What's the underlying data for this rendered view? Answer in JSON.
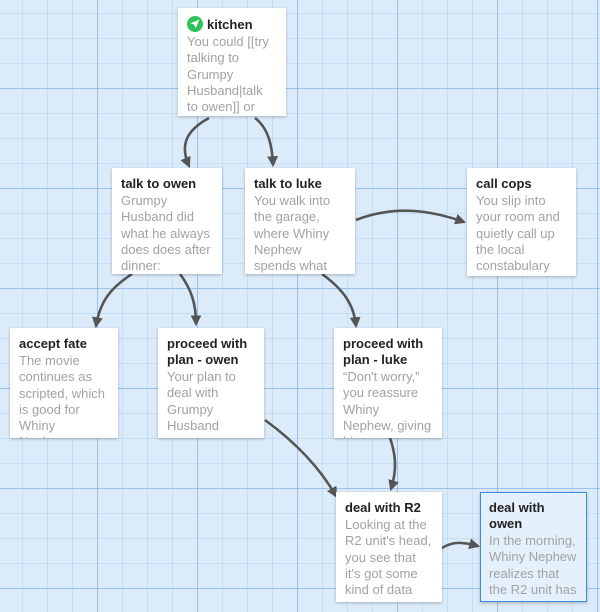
{
  "passages": {
    "kitchen": {
      "title": "kitchen",
      "excerpt": "You could [[try talking to Grumpy Husband|talk to owen]] or",
      "start": true
    },
    "talk_to_owen": {
      "title": "talk to owen",
      "excerpt": "Grumpy Husband did what he always does does after dinner:"
    },
    "talk_to_luke": {
      "title": "talk to luke",
      "excerpt": "You walk into the garage, where Whiny Nephew spends what little time"
    },
    "call_cops": {
      "title": "call cops",
      "excerpt": "You slip into your room and quietly call up the local constabulary"
    },
    "accept_fate": {
      "title": "accept fate",
      "excerpt": "The movie continues as scripted, which is good for Whiny Nephew;"
    },
    "proceed_owen": {
      "title": "proceed with plan - owen",
      "excerpt": "Your plan to deal with Grumpy Husband"
    },
    "proceed_luke": {
      "title": "proceed with plan - luke",
      "excerpt": "“Don't worry,” you reassure Whiny Nephew, giving him a"
    },
    "deal_r2": {
      "title": "deal with R2",
      "excerpt": "Looking at the R2 unit's head, you see that it's got some kind of data tape"
    },
    "deal_owen": {
      "title": "deal with owen",
      "excerpt": "In the morning, Whiny Nephew realizes that the R2 unit has",
      "selected": true
    }
  },
  "links": [
    {
      "from": "kitchen",
      "to": "talk_to_owen"
    },
    {
      "from": "kitchen",
      "to": "talk_to_luke"
    },
    {
      "from": "talk_to_luke",
      "to": "call_cops"
    },
    {
      "from": "talk_to_owen",
      "to": "accept_fate"
    },
    {
      "from": "talk_to_owen",
      "to": "proceed_owen"
    },
    {
      "from": "talk_to_luke",
      "to": "proceed_luke"
    },
    {
      "from": "proceed_owen",
      "to": "deal_r2"
    },
    {
      "from": "proceed_luke",
      "to": "deal_r2"
    },
    {
      "from": "deal_r2",
      "to": "deal_owen"
    }
  ],
  "colors": {
    "start_icon": "#2dc25a",
    "arrow": "#555555",
    "selected_border": "#3b8de0",
    "grid": "#dcebfa"
  }
}
